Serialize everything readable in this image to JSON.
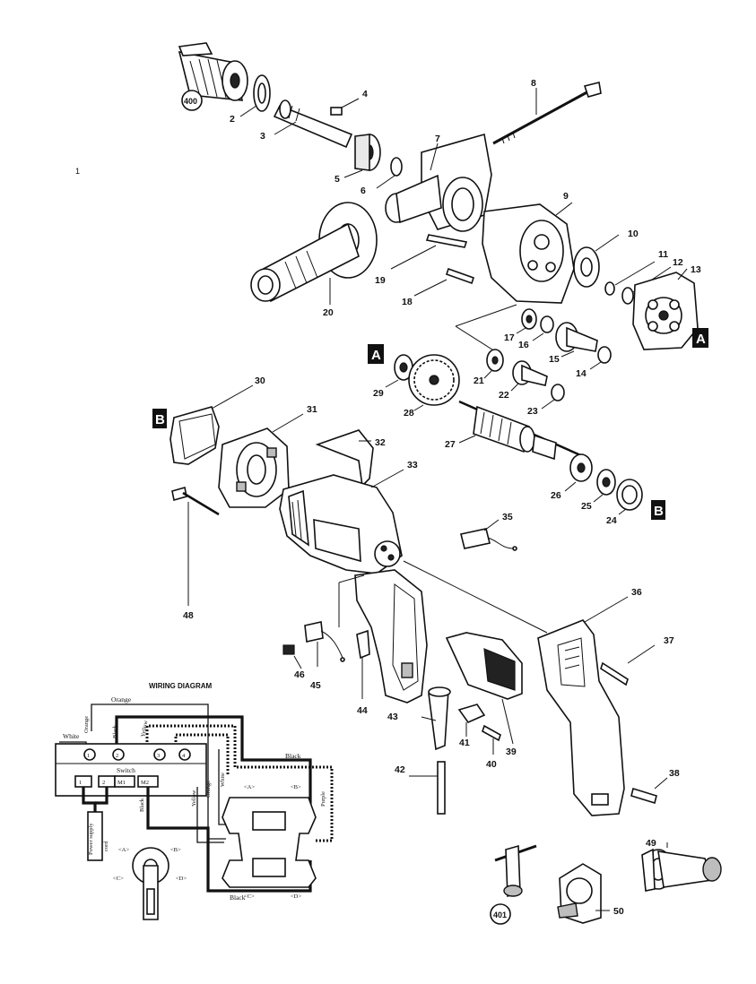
{
  "page": {
    "margin_mark": "1"
  },
  "parts": {
    "p400": "400",
    "p2": "2",
    "p3": "3",
    "p4": "4",
    "p5": "5",
    "p6": "6",
    "p7": "7",
    "p8": "8",
    "p9": "9",
    "p10": "10",
    "p11": "11",
    "p12": "12",
    "p13": "13",
    "p14": "14",
    "p15": "15",
    "p16": "16",
    "p17": "17",
    "p18": "18",
    "p19": "19",
    "p20": "20",
    "p21": "21",
    "p22": "22",
    "p23": "23",
    "p24": "24",
    "p25": "25",
    "p26": "26",
    "p27": "27",
    "p28": "28",
    "p29": "29",
    "p30": "30",
    "p31": "31",
    "p32": "32",
    "p33": "33",
    "p35": "35",
    "p36": "36",
    "p37": "37",
    "p38": "38",
    "p39": "39",
    "p40": "40",
    "p41": "41",
    "p42": "42",
    "p43": "43",
    "p44": "44",
    "p45": "45",
    "p46": "46",
    "p48": "48",
    "p49": "49",
    "p50": "50",
    "p401": "401"
  },
  "markers": {
    "a": "A",
    "b": "B"
  },
  "wiring": {
    "title": "WIRING DIAGRAM",
    "orange_top": "Orange",
    "orange_left": "Orange",
    "white_left": "White",
    "black_left": "Black",
    "yellow_top": "Yellow",
    "black_right": "Black",
    "switch": "Switch",
    "t1": "1",
    "t2": "2",
    "t3": "3",
    "t4": "4",
    "s1": "1",
    "s2": "2",
    "m1": "M1",
    "m2": "M2",
    "yellow_v": "Yellow",
    "orange_v": "Orange",
    "white_v": "White",
    "black_v": "Black",
    "purple_v": "Purple",
    "black_bottom": "Black",
    "cord_1": "Power supply",
    "cord_2": "cord",
    "pos_a": "<A>",
    "pos_b": "<B>",
    "pos_c": "<C>",
    "pos_d": "<D>",
    "sel_a": "<A>",
    "sel_b": "<B>",
    "sel_c": "<C>",
    "sel_d": "<D>"
  }
}
